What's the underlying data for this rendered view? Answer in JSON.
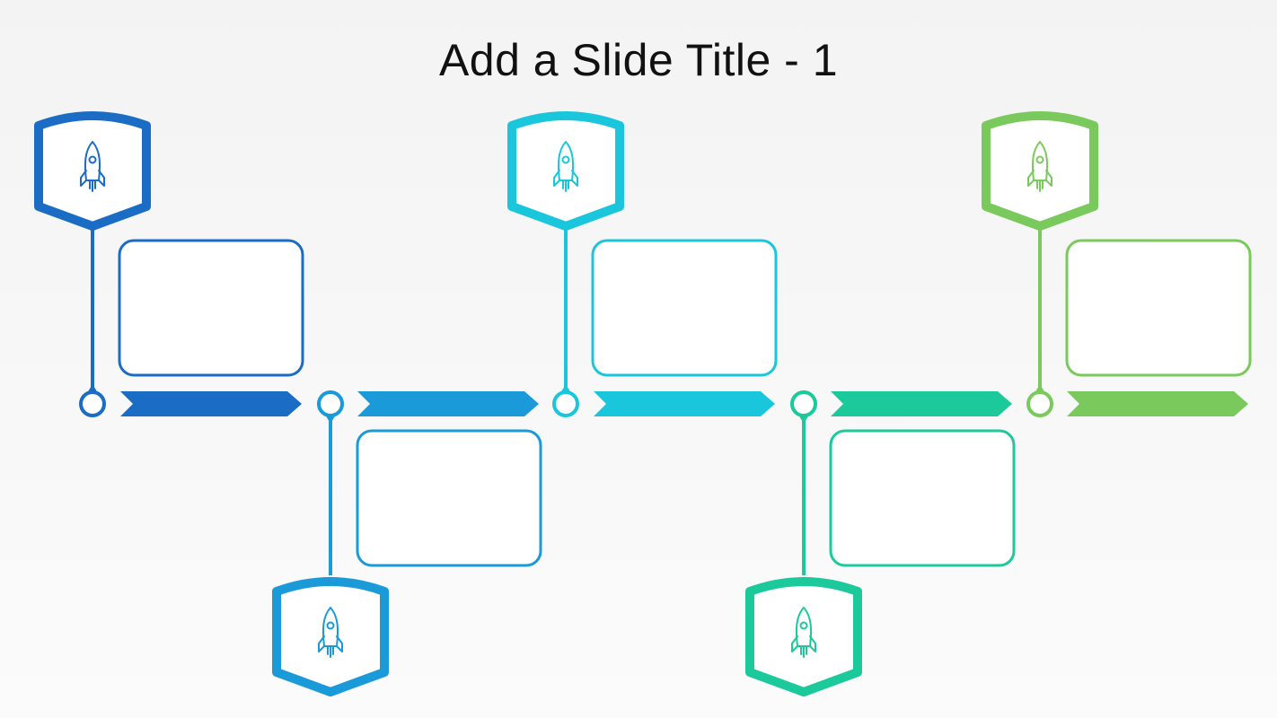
{
  "slide": {
    "title": "Add a Slide Title - 1"
  },
  "timeline": {
    "stages": [
      {
        "color": "#1a6cc4",
        "icon": "rocket-icon",
        "badge_position": "top"
      },
      {
        "color": "#1a9ad8",
        "icon": "rocket-icon",
        "badge_position": "bottom"
      },
      {
        "color": "#19c6dc",
        "icon": "rocket-icon",
        "badge_position": "top"
      },
      {
        "color": "#1cc99a",
        "icon": "rocket-icon",
        "badge_position": "bottom"
      },
      {
        "color": "#79c95c",
        "icon": "rocket-icon",
        "badge_position": "top"
      }
    ],
    "arrow_colors": [
      "#1a6cc4",
      "#1a9ad8",
      "#19c6dc",
      "#1cc99a",
      "#79c95c"
    ],
    "text_boxes": [
      "",
      "",
      "",
      "",
      ""
    ]
  }
}
